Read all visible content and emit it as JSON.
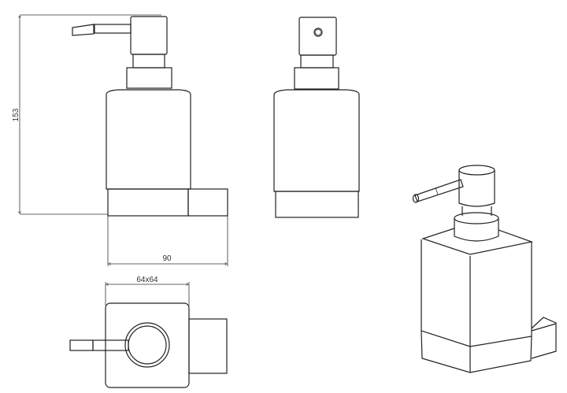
{
  "dimensions": {
    "height": "153",
    "width": "90",
    "footprint": "64x64"
  },
  "colors": {
    "line": "#222222",
    "background": "#ffffff"
  }
}
